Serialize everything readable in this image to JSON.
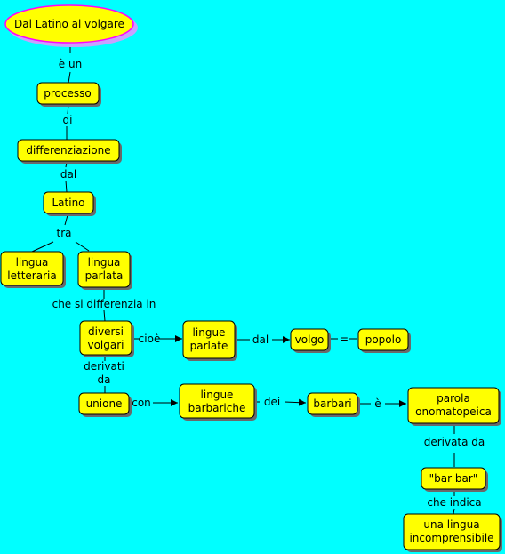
{
  "concepts": {
    "root": "Dal Latino al volgare",
    "processo": "processo",
    "differenziazione": "differenziazione",
    "latino": "Latino",
    "lingua_letteraria": [
      "lingua",
      "letteraria"
    ],
    "lingua_parlata": [
      "lingua",
      "parlata"
    ],
    "diversi_volgari": [
      "diversi",
      "volgari"
    ],
    "lingue_parlate": [
      "lingue",
      "parlate"
    ],
    "volgo": "volgo",
    "popolo": "popolo",
    "unione": "unione",
    "lingue_barbariche": [
      "lingue",
      "barbariche"
    ],
    "barbari": "barbari",
    "parola_onomatopeica": [
      "parola",
      "onomatopeica"
    ],
    "bar_bar": "\"bar bar\"",
    "lingua_incomprensibile": [
      "una lingua",
      "incomprensibile"
    ]
  },
  "links": {
    "e_un": "è un",
    "di": "di",
    "dal": "dal",
    "tra": "tra",
    "che_si_differenzia_in": "che si differenzia in",
    "cioe": "cioè",
    "dal2": "dal",
    "equals": "=",
    "derivati_da": [
      "derivati",
      "da"
    ],
    "con": "con",
    "dei": "dei",
    "e": "è",
    "derivata_da": "derivata da",
    "che_indica": "che indica"
  },
  "colors": {
    "background": "#00FFFF",
    "node_fill": "#FFFF00",
    "root_outline": "#FF00FF",
    "shadow": "#6a6a6a"
  }
}
